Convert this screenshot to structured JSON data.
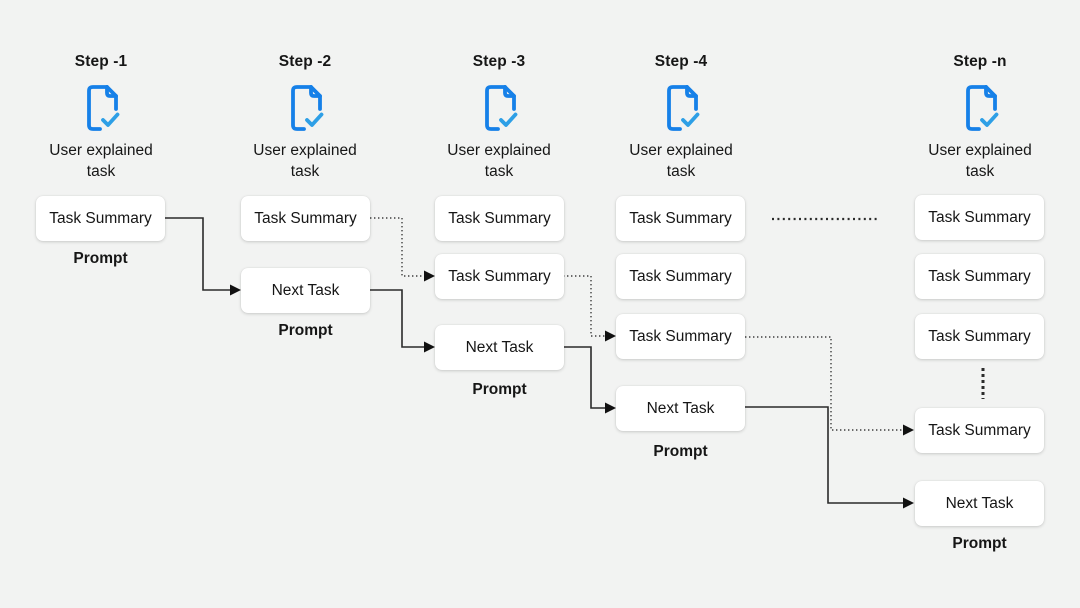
{
  "columns": [
    {
      "step_label": "Step -1",
      "icon": "document-check-icon",
      "subtitle": "User explained task",
      "boxes": [
        "Task Summary"
      ],
      "prompt_label": "Prompt"
    },
    {
      "step_label": "Step -2",
      "icon": "document-check-icon",
      "subtitle": "User explained task",
      "boxes": [
        "Task Summary",
        "Next Task"
      ],
      "prompt_label": "Prompt"
    },
    {
      "step_label": "Step -3",
      "icon": "document-check-icon",
      "subtitle": "User explained task",
      "boxes": [
        "Task Summary",
        "Task Summary",
        "Next Task"
      ],
      "prompt_label": "Prompt"
    },
    {
      "step_label": "Step -4",
      "icon": "document-check-icon",
      "subtitle": "User explained task",
      "boxes": [
        "Task Summary",
        "Task Summary",
        "Task Summary",
        "Next Task"
      ],
      "prompt_label": "Prompt"
    },
    {
      "step_label": "Step -n",
      "icon": "document-check-icon",
      "subtitle": "User explained task",
      "boxes": [
        "Task Summary",
        "Task Summary",
        "Task Summary",
        "Task Summary",
        "Next Task"
      ],
      "prompt_label": "Prompt"
    }
  ],
  "connectors": [
    {
      "from": "step-1.task-summary-1",
      "to": "step-2.next-task",
      "style": "solid-arrow"
    },
    {
      "from": "step-2.task-summary-1",
      "to": "step-3.task-summary-2",
      "style": "dotted-arrow"
    },
    {
      "from": "step-2.next-task",
      "to": "step-3.next-task",
      "style": "solid-arrow"
    },
    {
      "from": "step-3.task-summary-2",
      "to": "step-4.task-summary-3",
      "style": "dotted-arrow"
    },
    {
      "from": "step-3.next-task",
      "to": "step-4.next-task",
      "style": "solid-arrow"
    },
    {
      "from": "step-4.task-summary-1",
      "to": "step-n.task-summary-1",
      "style": "horizontal-dotted-ellipsis"
    },
    {
      "from": "step-4.task-summary-3",
      "to": "step-n.task-summary-4",
      "style": "dotted-arrow"
    },
    {
      "from": "step-4.next-task",
      "to": "step-n.next-task",
      "style": "solid-arrow"
    },
    {
      "within": "step-n",
      "between": [
        "task-summary-3",
        "task-summary-4"
      ],
      "style": "vertical-dotted-ellipsis"
    }
  ],
  "colors": {
    "background": "#F2F3F2",
    "box_fill": "#FFFFFF",
    "text": "#161616",
    "document_icon_blue": "#1680E8",
    "check_icon_blue": "#2E9FE6",
    "connector_line": "#2B2B2B",
    "arrowhead": "#111111"
  }
}
